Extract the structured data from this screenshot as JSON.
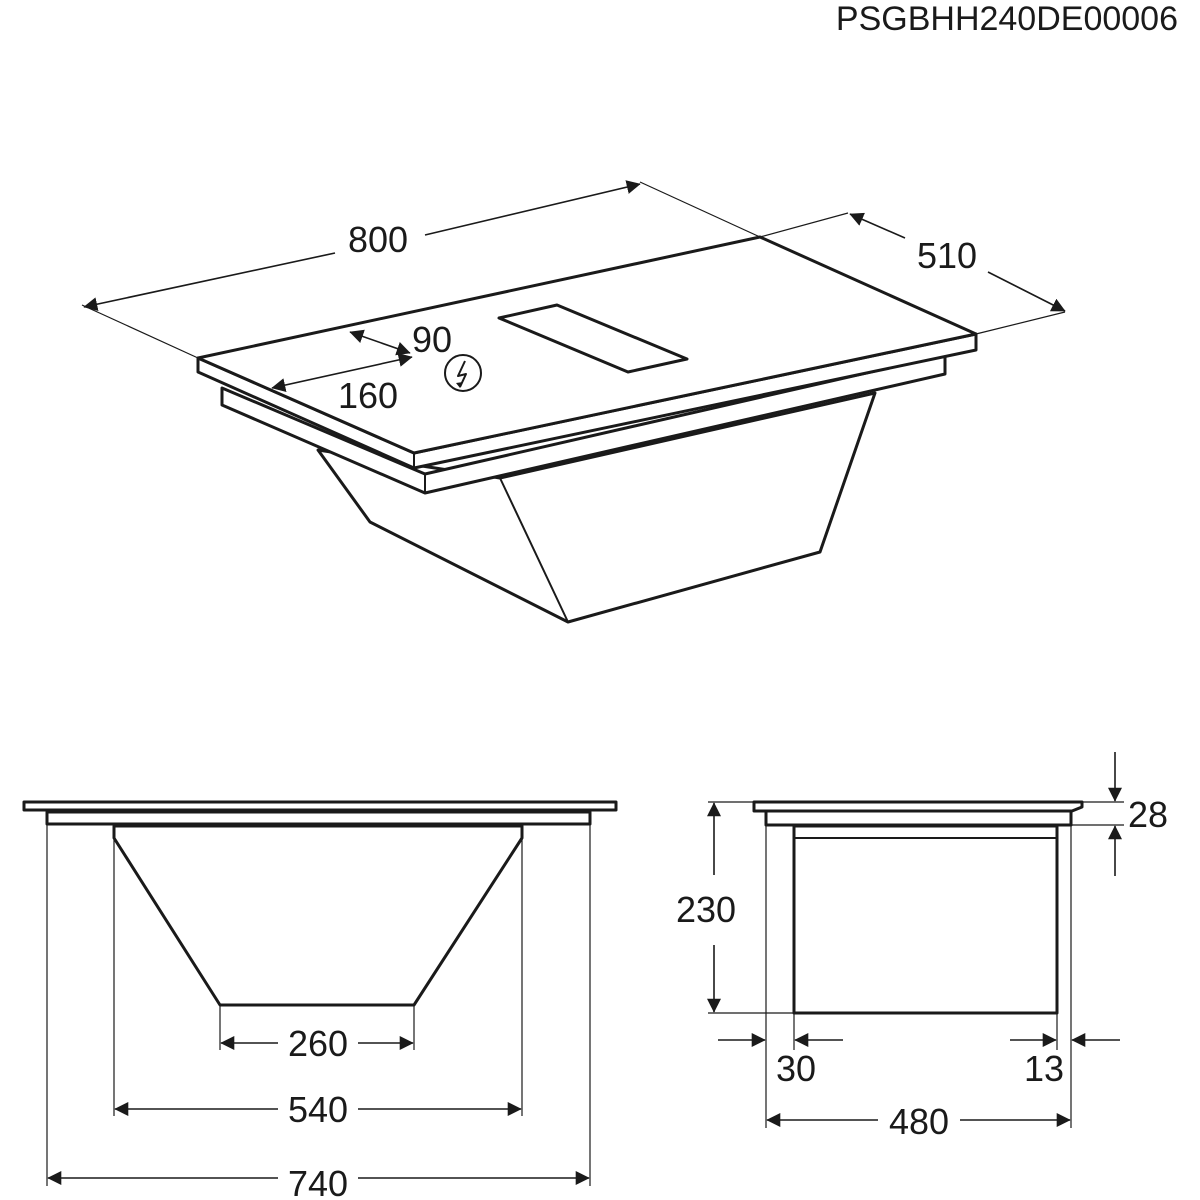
{
  "drawing_code": "PSGBHH240DE00006",
  "dimensions": {
    "width_top": "800",
    "depth_top": "510",
    "cutout_offset_front": "90",
    "cutout_offset_side": "160",
    "front_bottom": "260",
    "front_middle": "540",
    "front_overall": "740",
    "side_height": "230",
    "side_thickness": "28",
    "side_left_offset": "30",
    "side_right_offset": "13",
    "side_width": "480"
  },
  "icons": [
    "electrical-connection-icon"
  ],
  "colors": {
    "line": "#1a1a1a",
    "background": "#ffffff"
  }
}
